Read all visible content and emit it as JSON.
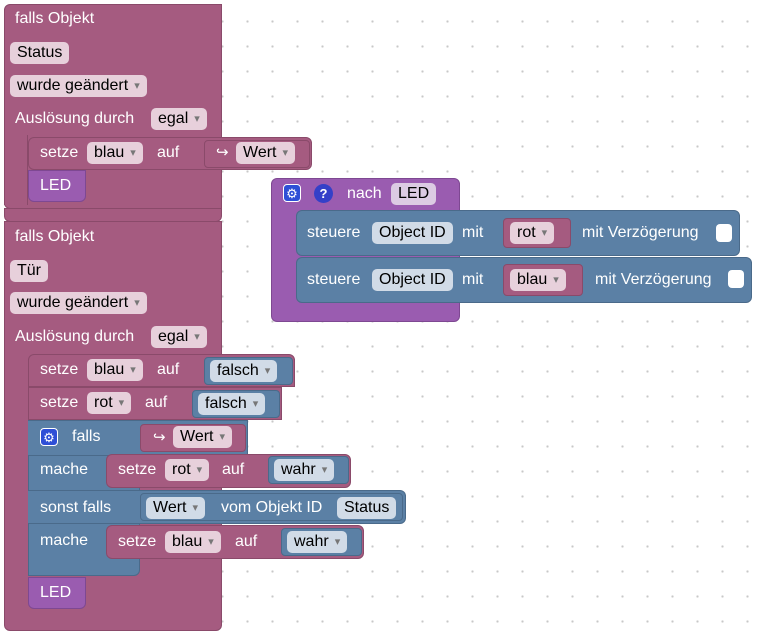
{
  "trigger1": {
    "header": "falls Objekt",
    "object": "Status",
    "event": "wurde geändert",
    "trigger_label": "Auslösung durch",
    "trigger_value": "egal",
    "set_label": "setze",
    "set_var": "blau",
    "set_to": "auf",
    "set_value_icon": "↪",
    "set_value": "Wert",
    "call": "LED"
  },
  "procedure": {
    "gear_icon": "⚙",
    "help_icon": "?",
    "title": "nach",
    "name": "LED",
    "rows": [
      {
        "label": "steuere",
        "object_id": "Object ID",
        "with": "mit",
        "value": "rot",
        "delay": "mit Verzögerung"
      },
      {
        "label": "steuere",
        "object_id": "Object ID",
        "with": "mit",
        "value": "blau",
        "delay": "mit Verzögerung"
      }
    ]
  },
  "trigger2": {
    "header": "falls Objekt",
    "object": "Tür",
    "event": "wurde geändert",
    "trigger_label": "Auslösung durch",
    "trigger_value": "egal",
    "set1": {
      "label": "setze",
      "var": "blau",
      "to": "auf",
      "value": "falsch"
    },
    "set2": {
      "label": "setze",
      "var": "rot",
      "to": "auf",
      "value": "falsch"
    },
    "if": {
      "gear_icon": "⚙",
      "if_label": "falls",
      "cond_icon": "↪",
      "cond_value": "Wert",
      "do_label": "mache",
      "do_set": {
        "label": "setze",
        "var": "rot",
        "to": "auf",
        "value": "wahr"
      },
      "elseif_label": "sonst falls",
      "elseif_cond": {
        "value": "Wert",
        "text": "vom Objekt ID",
        "object": "Status"
      },
      "do2_label": "mache",
      "do2_set": {
        "label": "setze",
        "var": "blau",
        "to": "auf",
        "value": "wahr"
      }
    },
    "call": "LED"
  }
}
